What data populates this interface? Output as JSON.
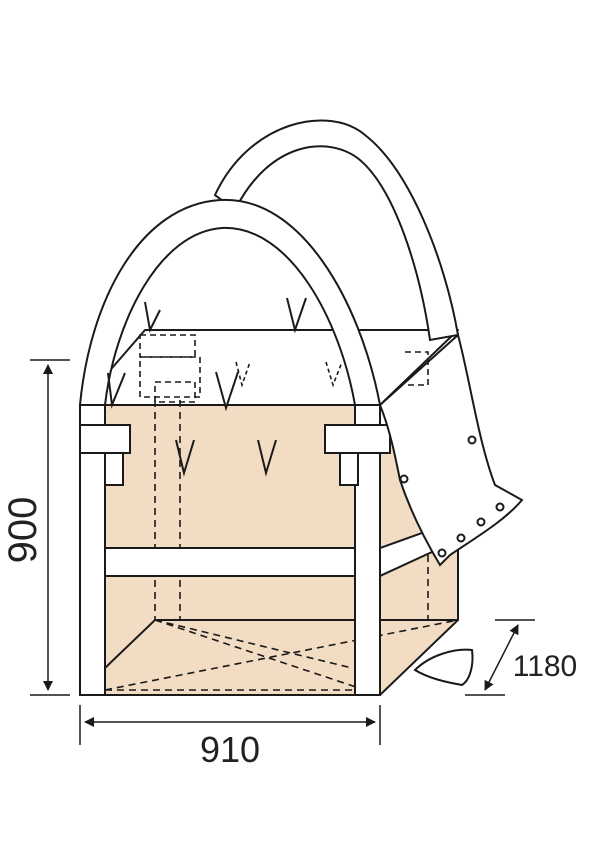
{
  "diagram": {
    "fill_color": "#f2dcc3",
    "line_color": "#1a1a1a",
    "dimensions": {
      "height": "900",
      "width": "910",
      "depth": "1180"
    }
  }
}
